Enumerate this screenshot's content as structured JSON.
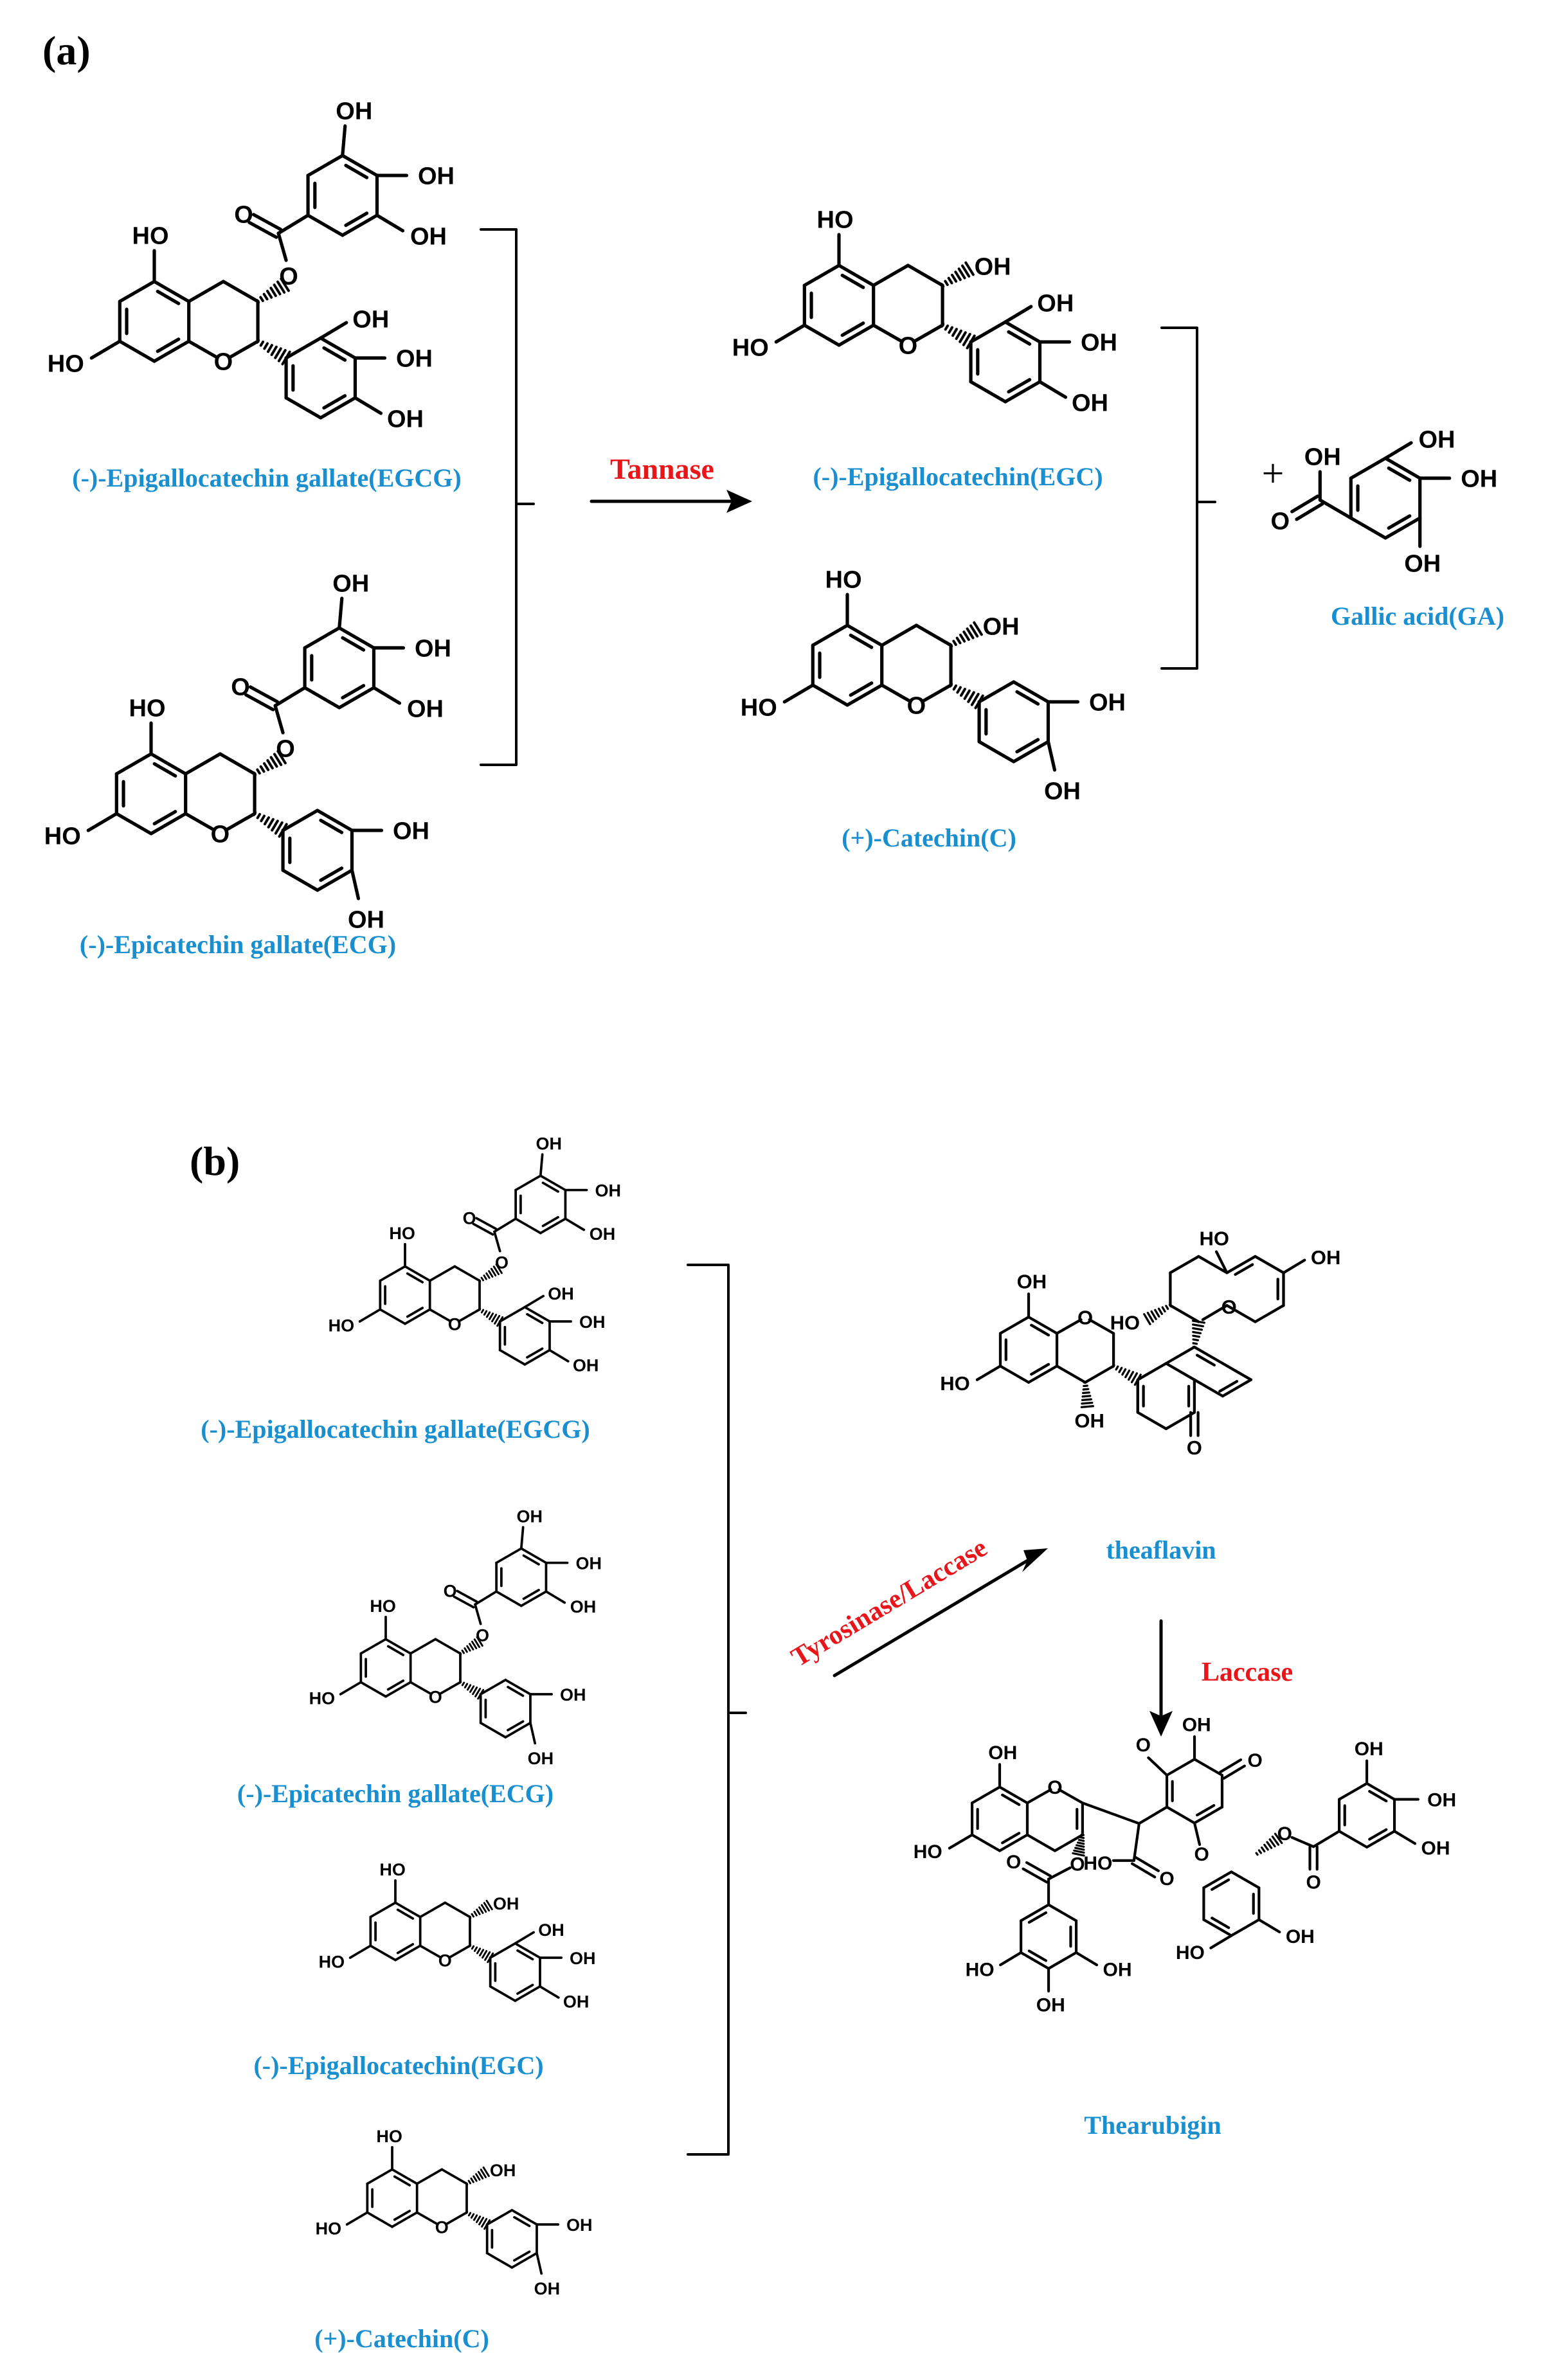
{
  "panel_a": {
    "label": "(a)",
    "substrates": [
      "(-)-Epigallocatechin gallate(EGCG)",
      "(-)-Epicatechin gallate(ECG)"
    ],
    "enzyme": "Tannase",
    "products": [
      "(-)-Epigallocatechin(EGC)",
      "(+)-Catechin(C)"
    ],
    "plus": "+",
    "side_product": "Gallic acid(GA)"
  },
  "panel_b": {
    "label": "(b)",
    "substrates": [
      "(-)-Epigallocatechin gallate(EGCG)",
      "(-)-Epicatechin gallate(ECG)",
      "(-)-Epigallocatechin(EGC)",
      "(+)-Catechin(C)"
    ],
    "enzyme_1": "Tyrosinase/Laccase",
    "product_1": "theaflavin",
    "enzyme_2": "Laccase",
    "product_2": "Thearubigin"
  },
  "atoms": {
    "hydroxyl": "OH",
    "hydroxyl_left": "HO",
    "oxygen": "O"
  },
  "colors": {
    "compound_name": "#1a8fd0",
    "enzyme": "#e8161b",
    "structure": "#000000"
  }
}
